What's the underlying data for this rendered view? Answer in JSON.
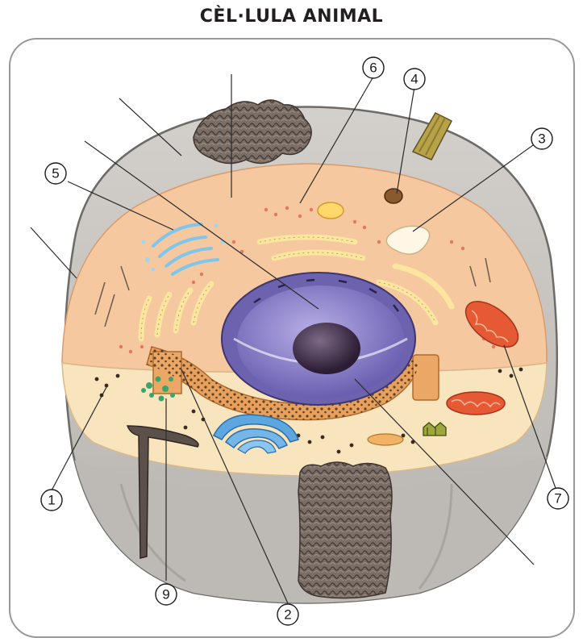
{
  "title": "CÈL·LULA ANIMAL",
  "callouts": [
    "1",
    "2",
    "3",
    "4",
    "5",
    "6",
    "7",
    "9"
  ],
  "colors": {
    "cell_wall": "#c9c6c2",
    "cytoplasm_upper": "#f5c8a0",
    "cytoplasm_lower": "#f8e4bd",
    "nucleus": "#8a7fc4",
    "nucleolus": "#3a2a4a",
    "golgi": "#8fd0ef",
    "mitochondria": "#e8552e",
    "rough_er": "#e89a4e",
    "smooth_er": "#fbeaa0",
    "junctions": "#6f635c"
  }
}
